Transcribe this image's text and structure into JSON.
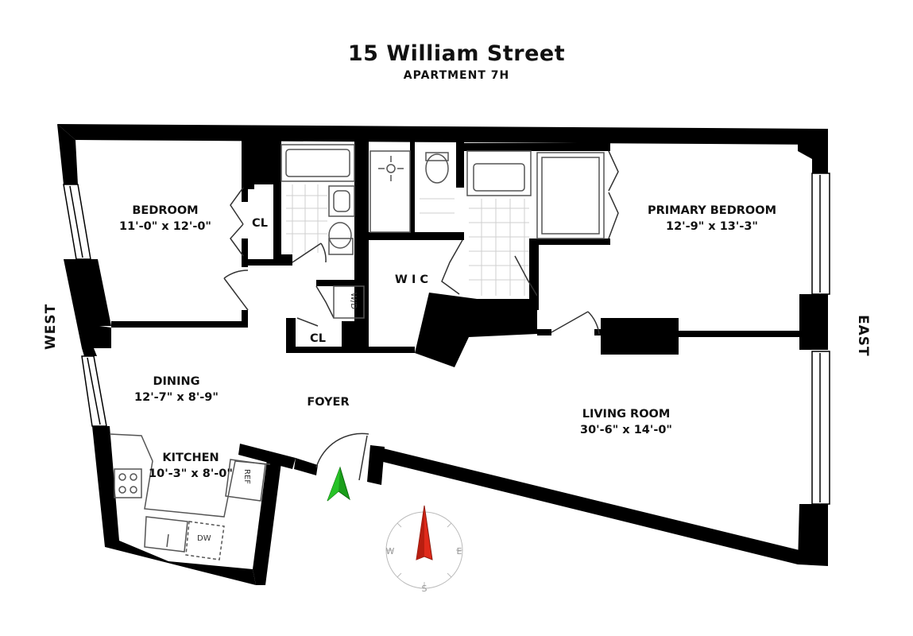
{
  "header": {
    "title": "15 William Street",
    "subtitle": "APARTMENT 7H"
  },
  "rooms": {
    "bedroom": {
      "name": "BEDROOM",
      "dims": "11'-0\" x 12'-0\""
    },
    "primary_bedroom": {
      "name": "PRIMARY BEDROOM",
      "dims": "12'-9\" x 13'-3\""
    },
    "dining": {
      "name": "DINING",
      "dims": "12'-7\" x 8'-9\""
    },
    "kitchen": {
      "name": "KITCHEN",
      "dims": "10'-3\" x 8'-0\""
    },
    "living_room": {
      "name": "LIVING ROOM",
      "dims": "30'-6\" x 14'-0\""
    },
    "foyer": {
      "name": "FOYER"
    },
    "wic": {
      "name": "W I C"
    },
    "closet_bedroom": {
      "name": "CL"
    },
    "closet_foyer": {
      "name": "CL"
    }
  },
  "fixtures": {
    "washer_dryer": "W/D",
    "refrigerator": "REF",
    "dishwasher": "DW"
  },
  "directions": {
    "west": "WEST",
    "east": "EAST"
  },
  "compass": {
    "west": "W",
    "east": "E",
    "south": "S"
  },
  "colors": {
    "wall": "#000000",
    "entry_arrow": "#1a9e1a",
    "compass_needle": "#e02a1a",
    "fixture_line": "#555555",
    "tile_grid": "#cfcfcf"
  },
  "icons": [
    "entry-arrow-icon",
    "compass-icon"
  ]
}
